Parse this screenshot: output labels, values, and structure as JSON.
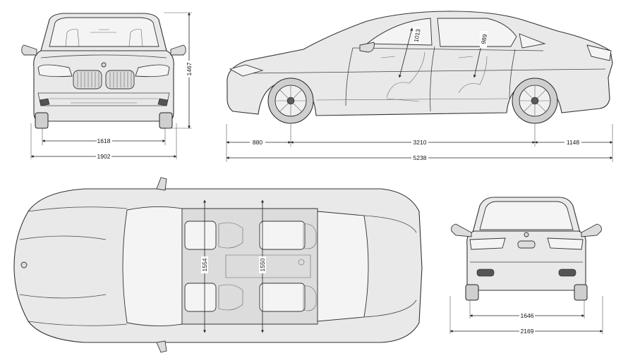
{
  "dimensions": {
    "front_track": "1618",
    "overall_width": "1902",
    "height": "1467",
    "front_overhang": "880",
    "wheelbase": "3210",
    "rear_overhang": "1148",
    "overall_length": "5238",
    "front_headroom": "1013",
    "rear_headroom": "989",
    "front_interior_width": "1554",
    "rear_interior_width": "1550",
    "rear_track": "1646",
    "overall_width_mirrors": "2169"
  },
  "views": [
    "front-view",
    "side-view",
    "top-view",
    "rear-view"
  ]
}
